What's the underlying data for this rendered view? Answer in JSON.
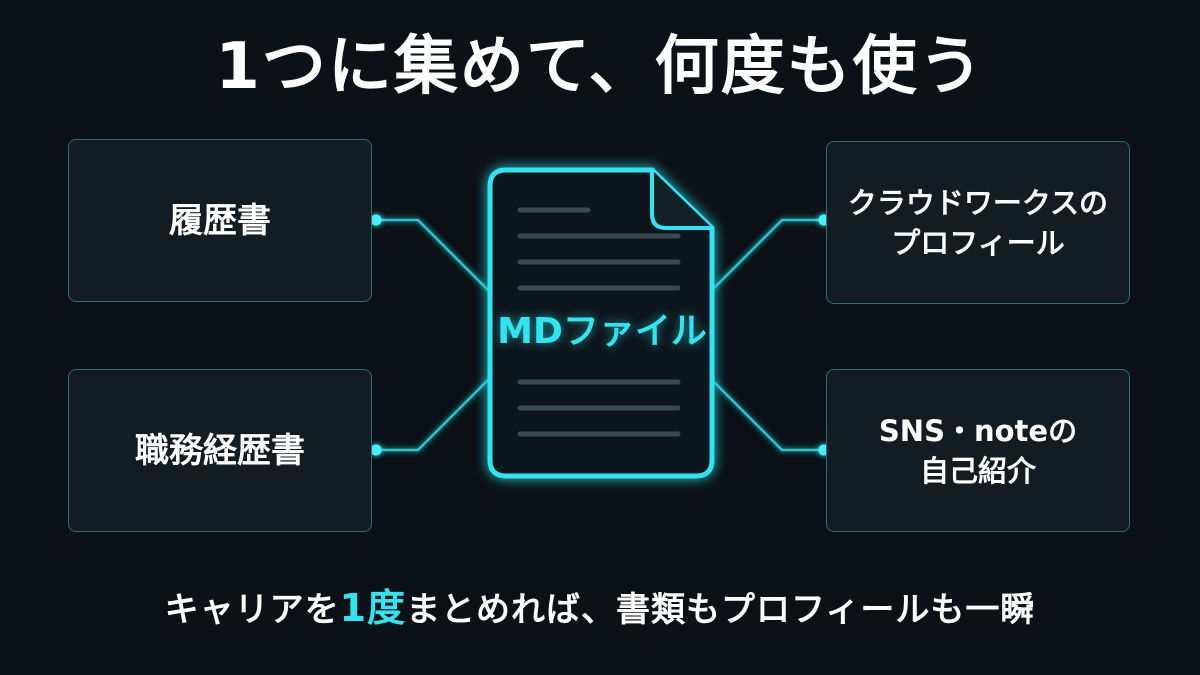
{
  "title": "1つに集めて、何度も使う",
  "center": {
    "label": "MDファイル",
    "icon": "document-icon"
  },
  "outputs": {
    "left_top": "履歴書",
    "left_bottom": "職務経歴書",
    "right_top": [
      "クラウドワークスの",
      "プロフィール"
    ],
    "right_bottom": [
      "SNS・noteの",
      "自己紹介"
    ]
  },
  "tagline": {
    "before": "キャリアを",
    "accent": "1度",
    "after": "まとめれば、書類もプロフィールも一瞬"
  },
  "colors": {
    "background": "#0b1116",
    "accent": "#2ee6f2",
    "card_border": "#2f6b72",
    "card_fill": "#131c22",
    "text": "#ffffff"
  }
}
